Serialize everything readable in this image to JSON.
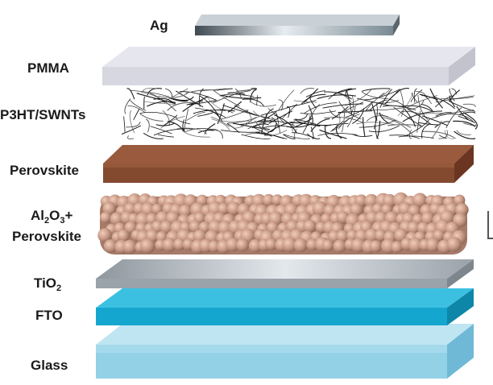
{
  "layers": [
    {
      "id": "ag",
      "label": "Ag",
      "material": "metal-electrode"
    },
    {
      "id": "pmma",
      "label": "PMMA",
      "material": "polymer-film"
    },
    {
      "id": "p3ht",
      "label": "P3HT/SWNTs",
      "material": "nanotube-network"
    },
    {
      "id": "perovskite",
      "label": "Perovskite",
      "material": "perovskite-film"
    },
    {
      "id": "al2o3",
      "label_parts": [
        "Al",
        "2",
        "O",
        "3",
        "+"
      ],
      "label_line2": "Perovskite",
      "material": "particle-scaffold"
    },
    {
      "id": "tio2",
      "label_parts": [
        "TiO",
        "2"
      ],
      "material": "compact-layer"
    },
    {
      "id": "fto",
      "label": "FTO",
      "material": "conductive-oxide"
    },
    {
      "id": "glass",
      "label": "Glass",
      "material": "substrate"
    }
  ],
  "colors": {
    "ag": "#6e7f89",
    "pmma": "#dcdde6",
    "p3ht": "#222222",
    "perovskite": "#8a4f35",
    "particles": "#c69a86",
    "tio2": "#a9b0b8",
    "fto": "#1aa6cc",
    "glass": "#8fd0e6"
  }
}
